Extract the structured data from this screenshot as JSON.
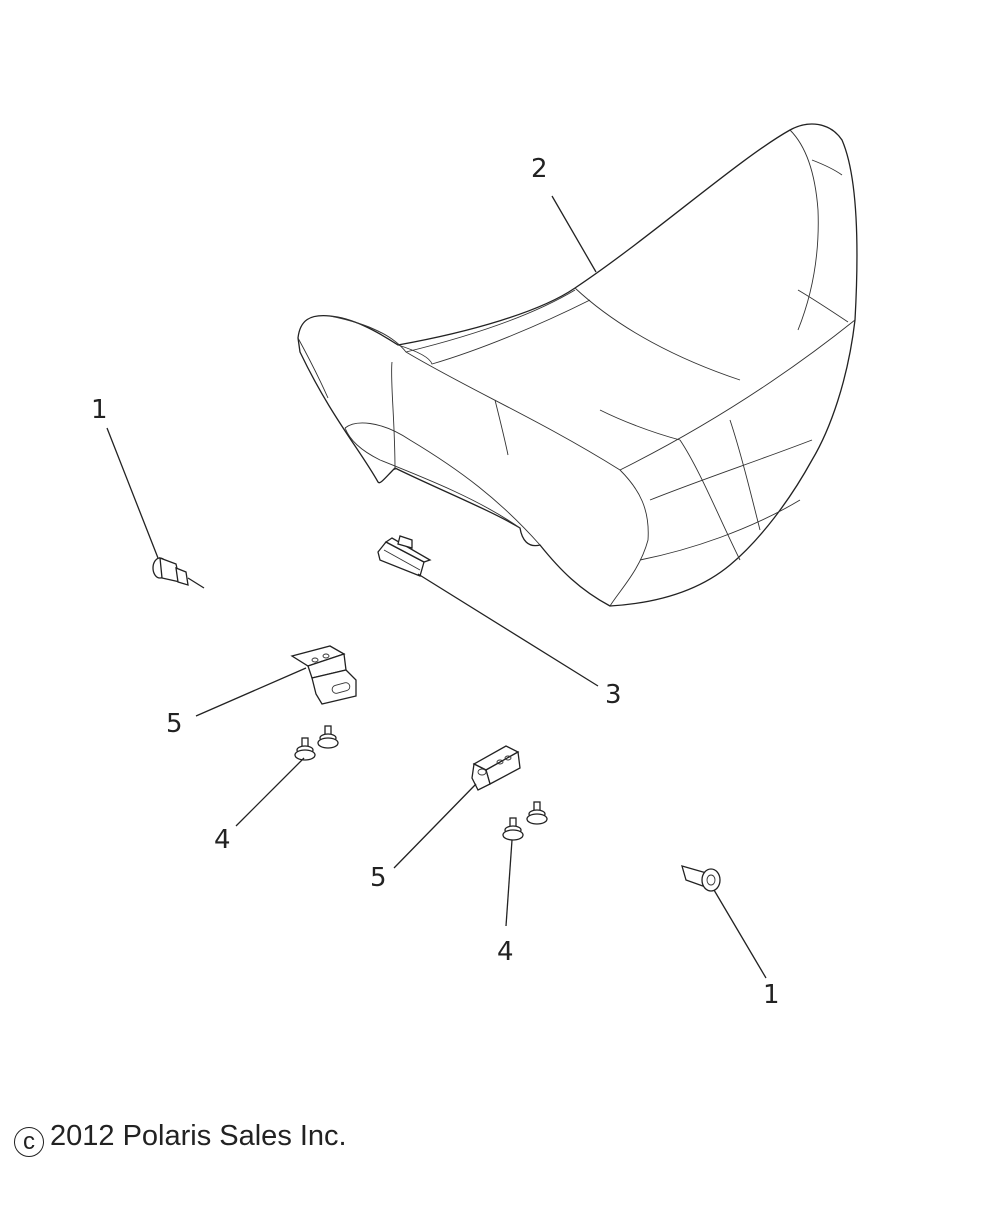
{
  "callouts": [
    {
      "id": "seat",
      "label": "2"
    },
    {
      "id": "screw-left",
      "label": "1"
    },
    {
      "id": "screw-right",
      "label": "1"
    },
    {
      "id": "clip",
      "label": "3"
    },
    {
      "id": "bracket-left",
      "label": "5"
    },
    {
      "id": "bracket-right",
      "label": "5"
    },
    {
      "id": "bolts-left",
      "label": "4"
    },
    {
      "id": "bolts-right",
      "label": "4"
    }
  ],
  "copyright": {
    "symbol": "c",
    "text": "2012 Polaris Sales Inc."
  }
}
